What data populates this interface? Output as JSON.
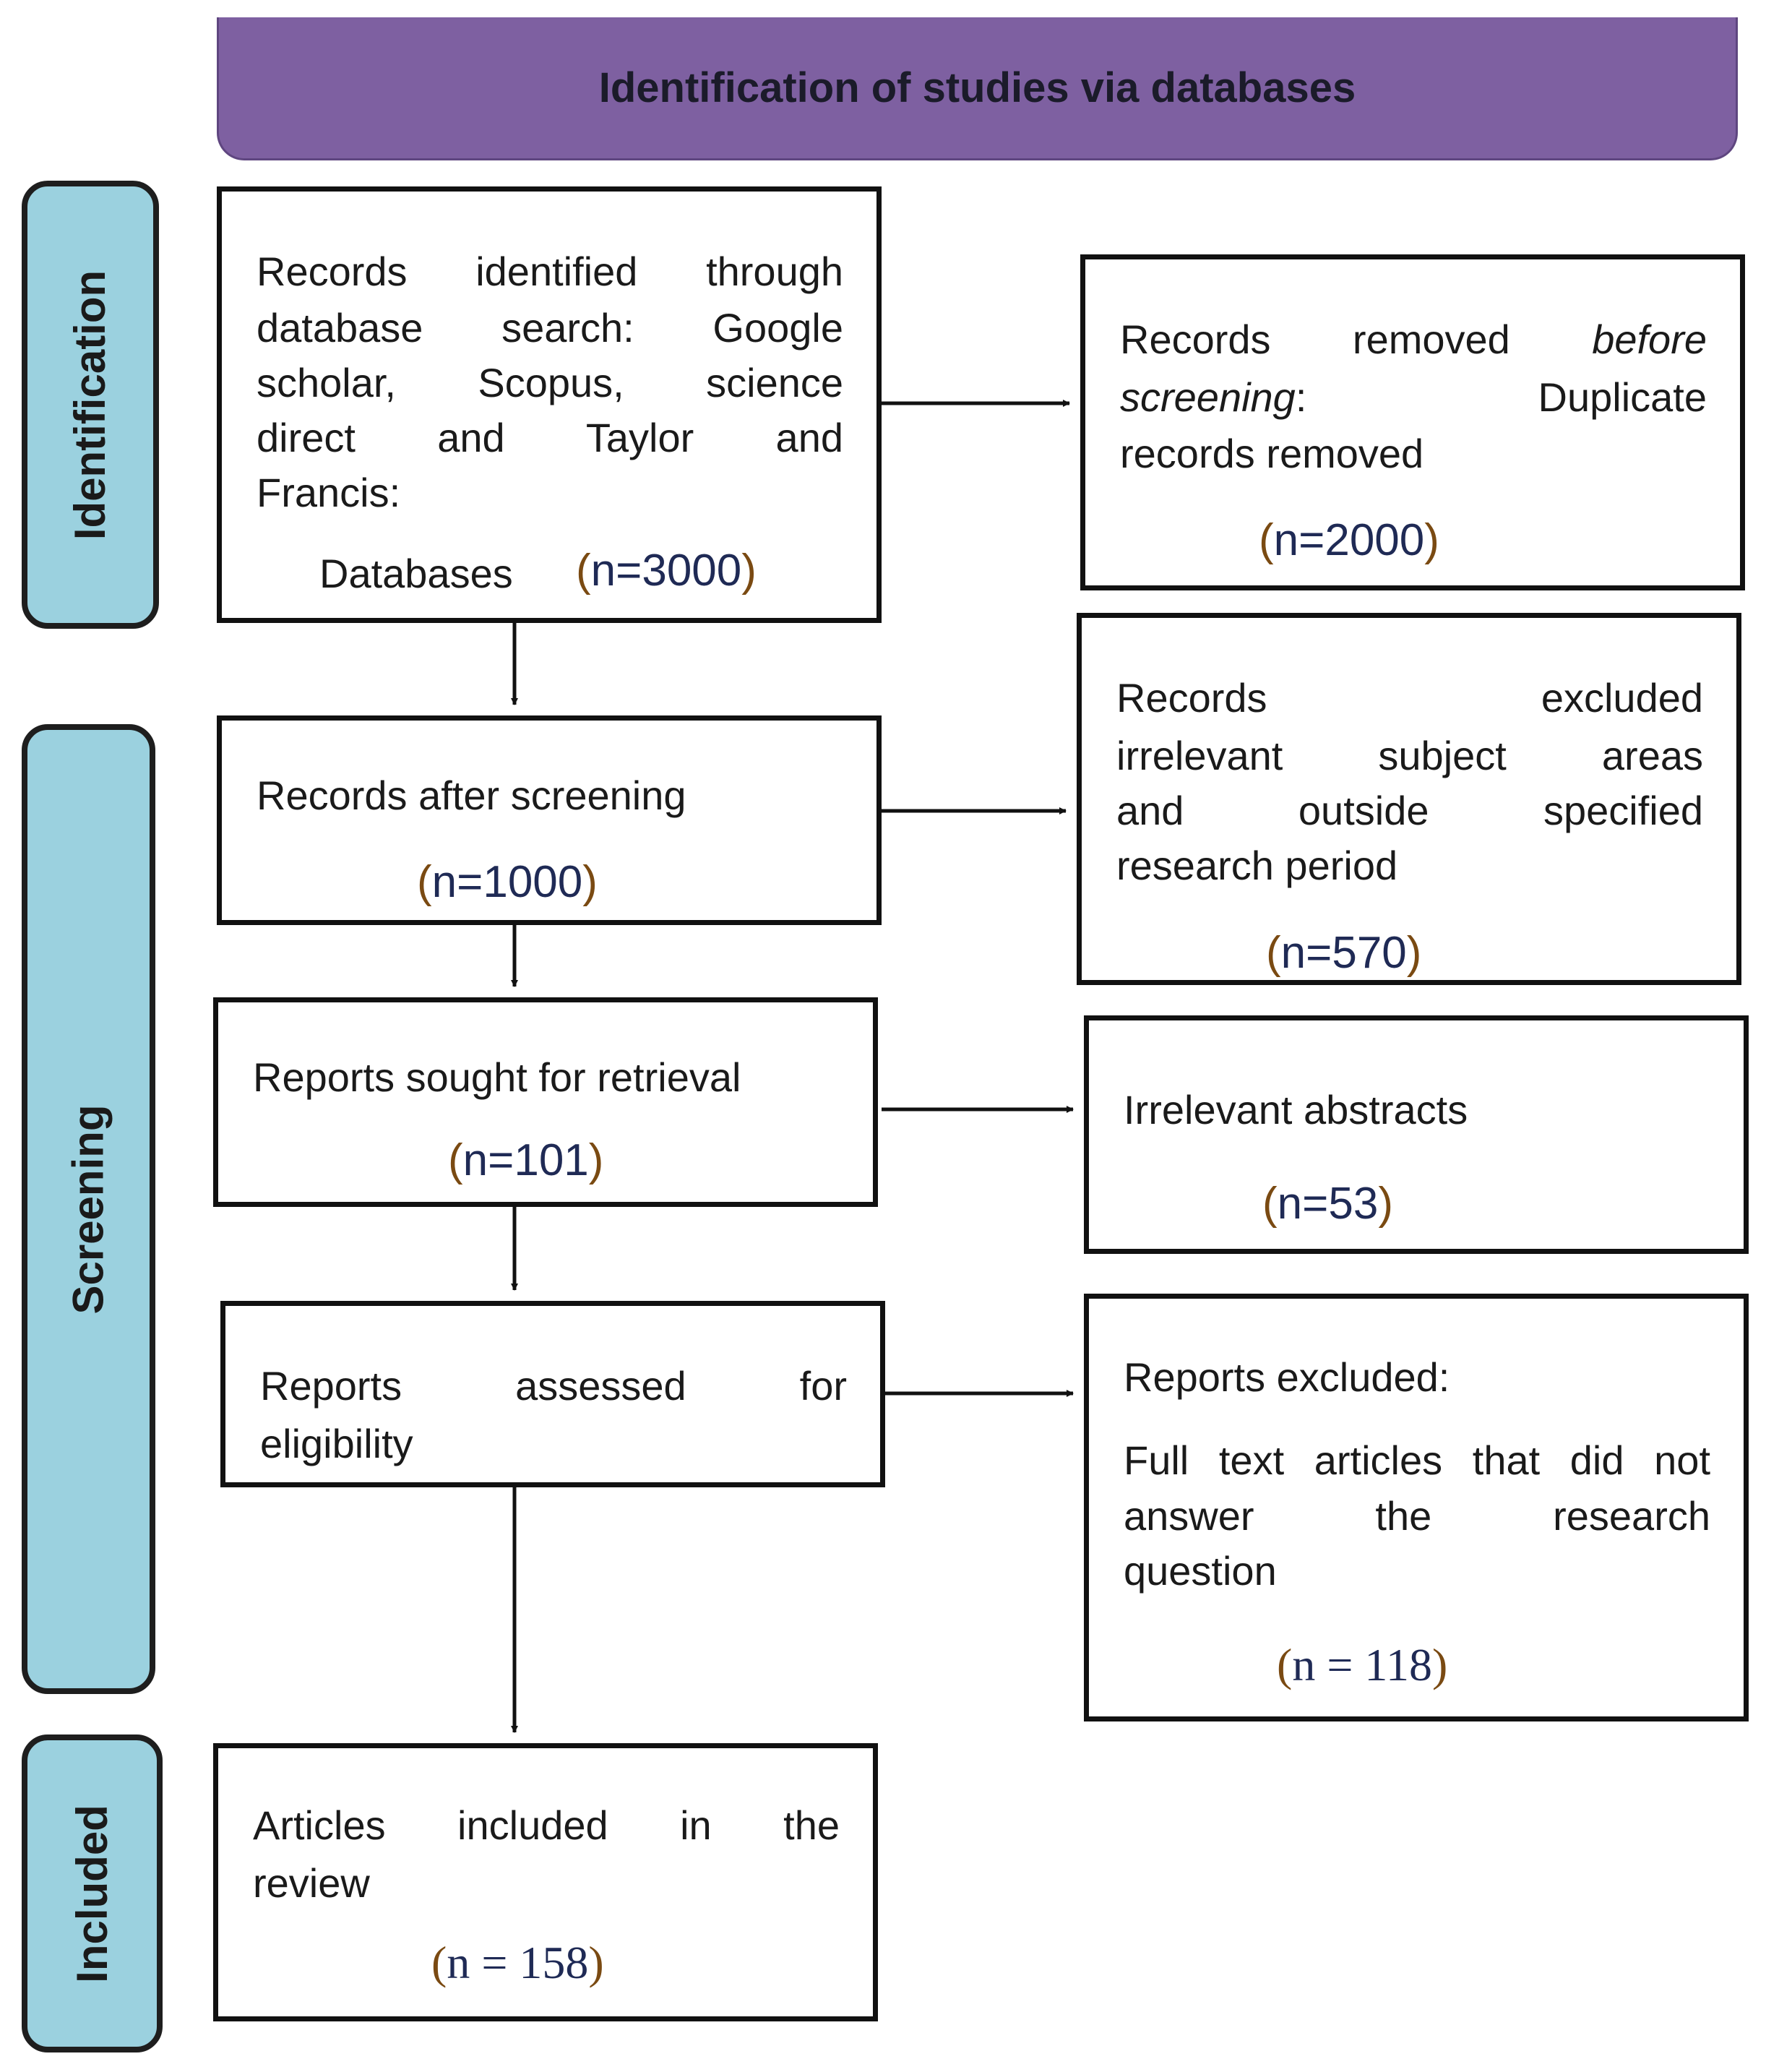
{
  "header": {
    "title": "Identification of studies via databases"
  },
  "stages": {
    "identification": "Identification",
    "screening": "Screening",
    "included": "Included"
  },
  "boxes": {
    "records_identified": {
      "lines": [
        "Records identified through",
        "database search: Google",
        "scholar, Scopus, science",
        "direct and Taylor and"
      ],
      "last_line": "Francis:",
      "db_label": "Databases",
      "count": "n=3000"
    },
    "records_removed": {
      "line1": "Records removed",
      "line1_italic": "before",
      "line2_italic": "screening",
      "line2_rest": ": Duplicate",
      "line3": "records removed",
      "count": "n=2000"
    },
    "records_after_screening": {
      "label": "Records after screening",
      "count": "n=1000"
    },
    "records_excluded": {
      "lines": [
        "Records excluded",
        "irrelevant subject areas",
        "and outside specified"
      ],
      "last_line": "research period",
      "count": "n=570"
    },
    "reports_sought": {
      "label": "Reports sought for retrieval",
      "count": "n=101"
    },
    "irrelevant_abstracts": {
      "label": "Irrelevant abstracts",
      "count": "n=53"
    },
    "reports_assessed": {
      "line1": "Reports assessed for",
      "line2": "eligibility"
    },
    "reports_excluded": {
      "heading": "Reports excluded:",
      "lines": [
        "Full text articles that did not",
        "answer the research"
      ],
      "last_line": "question",
      "count": "n = 118"
    },
    "articles_included": {
      "line1": "Articles included in the",
      "line2": "review",
      "count": "n = 158"
    }
  },
  "colors": {
    "header_fill": "#7e60a1",
    "stage_fill": "#9bd1df",
    "count_text": "#1f2a55"
  }
}
